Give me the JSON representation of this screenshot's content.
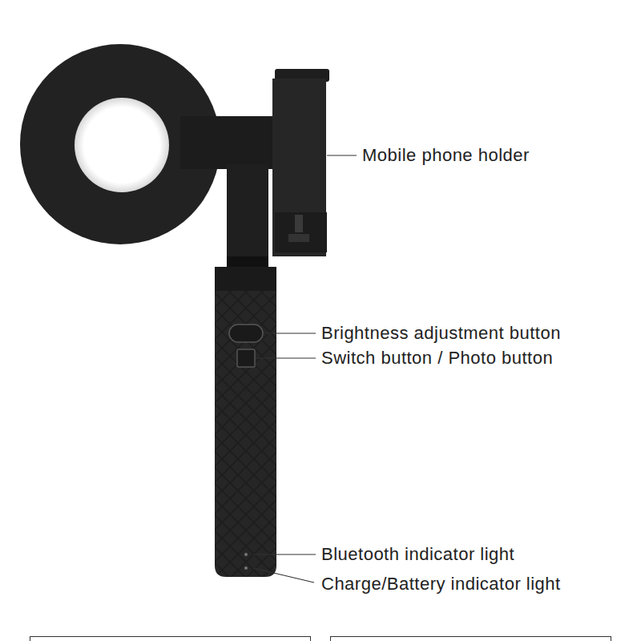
{
  "diagram": {
    "labels": [
      "Mobile phone holder",
      "Brightness adjustment button",
      "Switch button / Photo button",
      "Bluetooth indicator light",
      "Charge/Battery indicator light"
    ]
  }
}
